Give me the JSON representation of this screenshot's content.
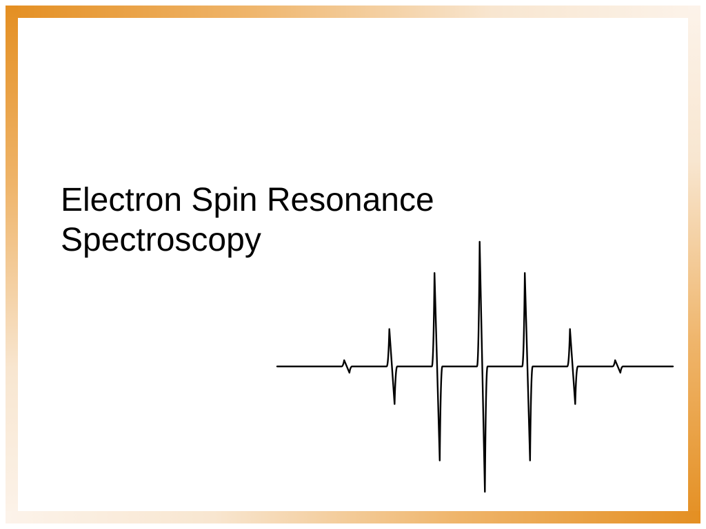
{
  "slide": {
    "title_line1": "Electron Spin Resonance",
    "title_line2": "Spectroscopy"
  },
  "colors": {
    "frame_dark": "#e48f22",
    "frame_mid": "#efb56b",
    "frame_light": "#fcf3ea",
    "text": "#000000",
    "spectrum_line": "#000000"
  },
  "figure": {
    "type": "esr-derivative-spectrum",
    "relative_intensities": [
      1,
      6,
      15,
      20,
      15,
      6,
      1
    ]
  }
}
